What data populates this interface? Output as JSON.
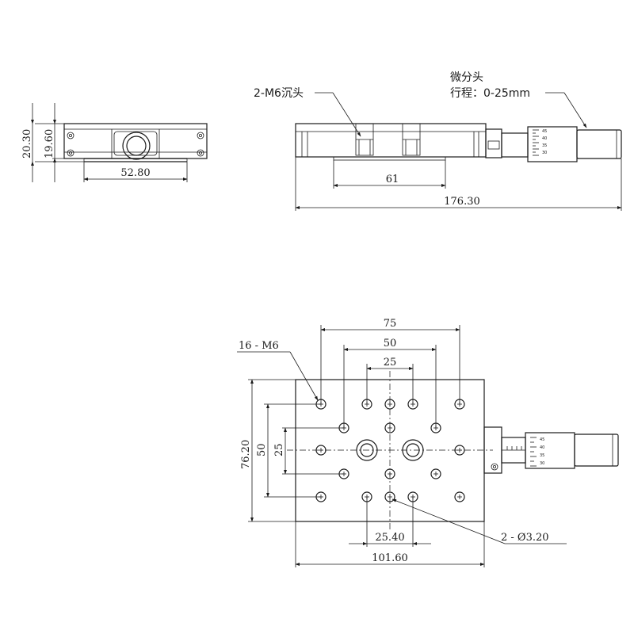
{
  "side_view": {
    "dim_height_total": "20.30",
    "dim_height_body": "19.60",
    "dim_width": "52.80"
  },
  "front_view": {
    "callout_countersink": "2-M6沉头",
    "callout_micrometer_title": "微分头",
    "callout_micrometer_travel": "行程：0-25mm",
    "dim_base": "61",
    "dim_total": "176.30"
  },
  "top_view": {
    "callout_tapped_holes": "16 - M6",
    "dim_75": "75",
    "dim_50": "50",
    "dim_25": "25",
    "dim_height": "76.20",
    "dim_v50": "50",
    "dim_v25": "25",
    "dim_bottom_spacing": "25.40",
    "dim_width": "101.60",
    "callout_pin_holes": "2 - Ø3.20"
  },
  "micrometer": {
    "scale_a": [
      "45",
      "40",
      "35",
      "30"
    ],
    "scale_b": [
      "45",
      "40",
      "35",
      "30"
    ]
  }
}
